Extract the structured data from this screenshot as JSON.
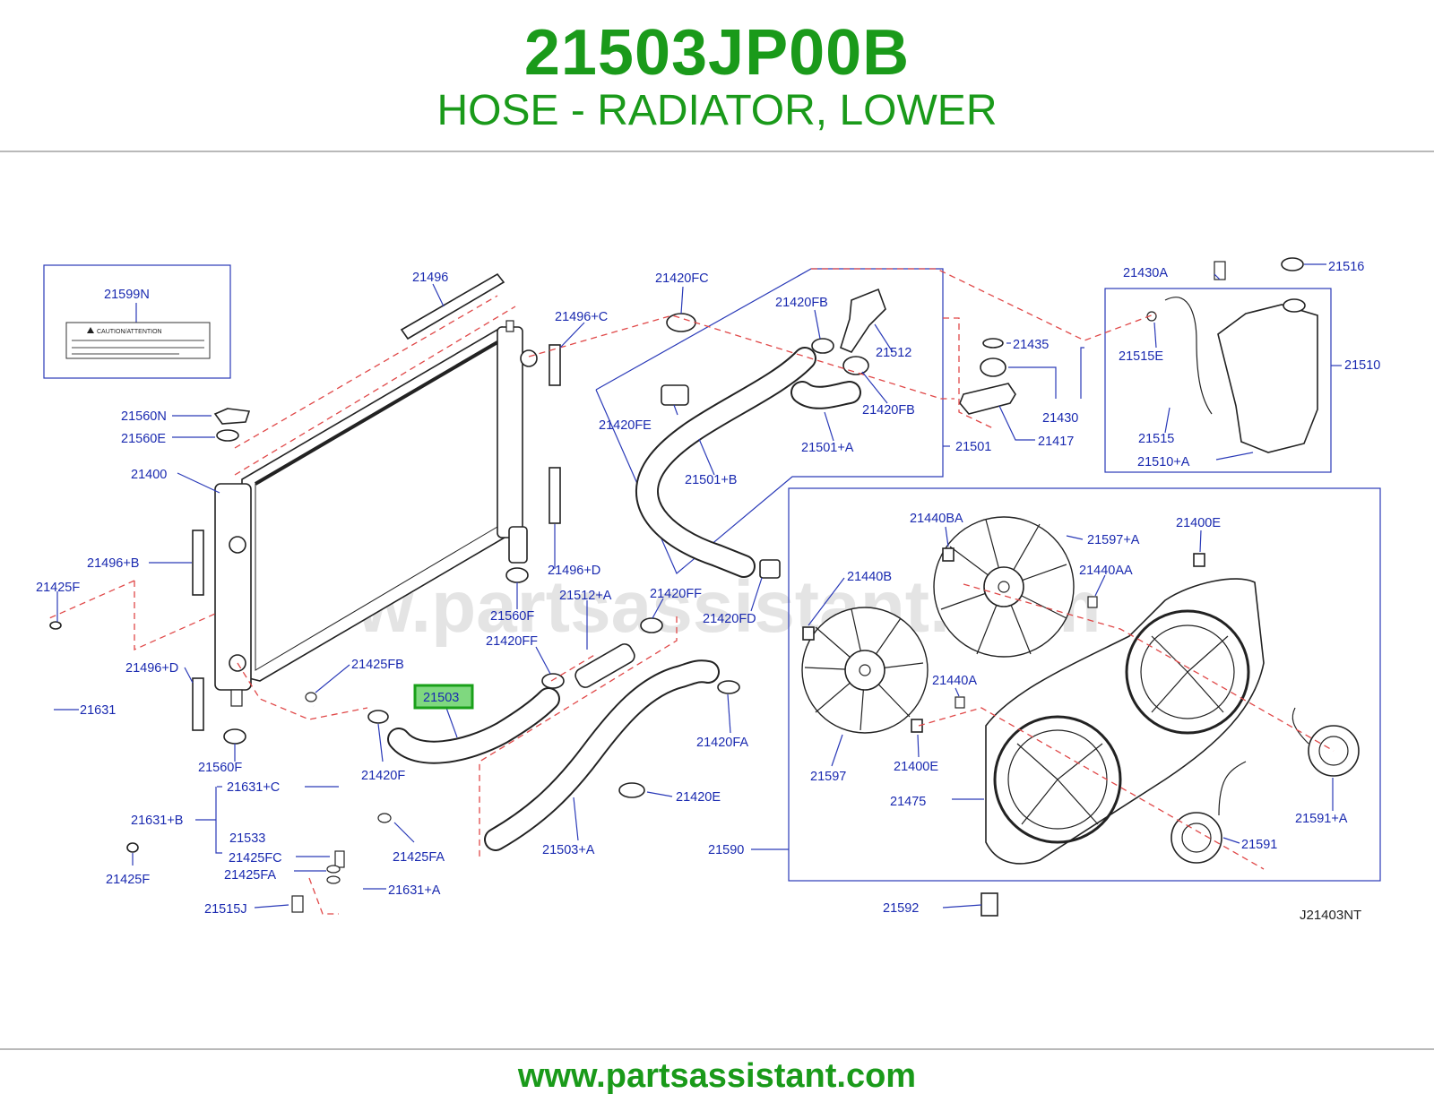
{
  "header": {
    "part_number": "21503JP00B",
    "part_description": "HOSE - RADIATOR, LOWER"
  },
  "footer": {
    "url": "www.partsassistant.com"
  },
  "diagram": {
    "watermark": "www.partsassistant.com",
    "drawing_code": "J21403NT",
    "caution_label": "CAUTION/ATTENTION",
    "highlighted_part": "21503",
    "callouts": {
      "c21599N": "21599N",
      "c21496": "21496",
      "c21496C": "21496+C",
      "c21420FC": "21420FC",
      "c21420FB_1": "21420FB",
      "c21512": "21512",
      "c21420FB_2": "21420FB",
      "c21420FE": "21420FE",
      "c21501A": "21501+A",
      "c21501B": "21501+B",
      "c21501": "21501",
      "c21435": "21435",
      "c21430": "21430",
      "c21417": "21417",
      "c21430A": "21430A",
      "c21516": "21516",
      "c21515E": "21515E",
      "c21510": "21510",
      "c21515": "21515",
      "c21510A": "21510+A",
      "c21560N": "21560N",
      "c21560E": "21560E",
      "c21400": "21400",
      "c21496B": "21496+B",
      "c21425F_1": "21425F",
      "c21496D_1": "21496+D",
      "c21496D_2": "21496+D",
      "c21560F_1": "21560F",
      "c21512A": "21512+A",
      "c21420FF_1": "21420FF",
      "c21420FF_2": "21420FF",
      "c21420FD": "21420FD",
      "c21425FB": "21425FB",
      "c21503": "21503",
      "c21560F_2": "21560F",
      "c21420F": "21420F",
      "c21420FA": "21420FA",
      "c21631": "21631",
      "c21631C": "21631+C",
      "c21631B": "21631+B",
      "c21533": "21533",
      "c21425FC": "21425FC",
      "c21425FA_1": "21425FA",
      "c21425FA_2": "21425FA",
      "c21425F_2": "21425F",
      "c21631A": "21631+A",
      "c21515J": "21515J",
      "c21420E": "21420E",
      "c21503A": "21503+A",
      "c21590": "21590",
      "c21440BA": "21440BA",
      "c21597A": "21597+A",
      "c21400E_1": "21400E",
      "c21440B": "21440B",
      "c21440AA": "21440AA",
      "c21440A": "21440A",
      "c21597": "21597",
      "c21400E_2": "21400E",
      "c21475": "21475",
      "c21591A": "21591+A",
      "c21591": "21591",
      "c21592": "21592"
    }
  }
}
